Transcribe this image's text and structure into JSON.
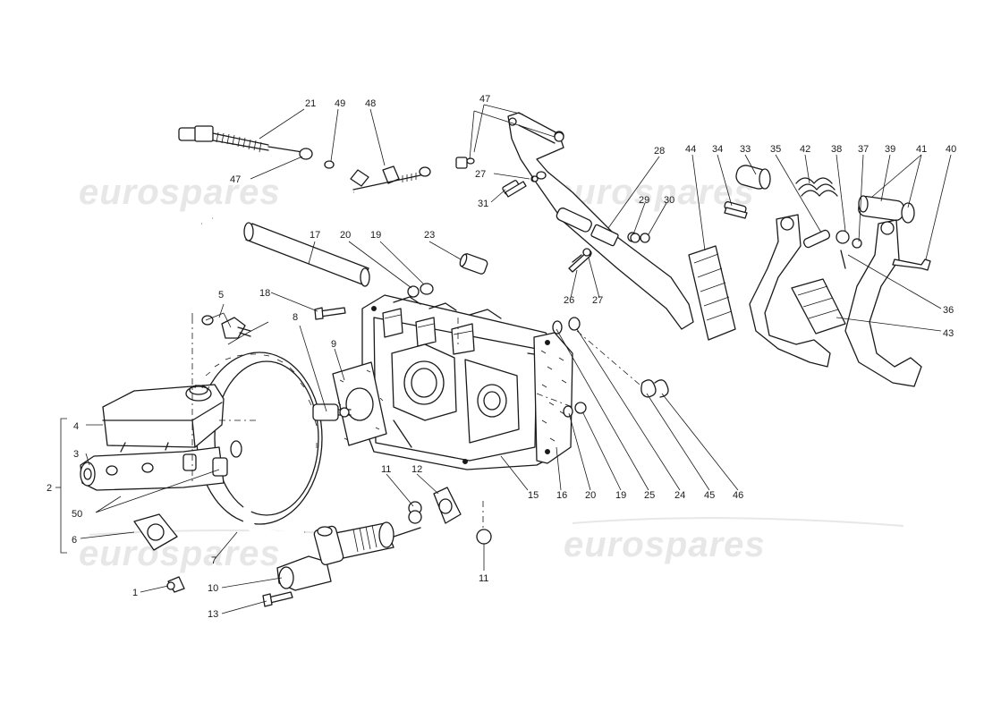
{
  "watermark": {
    "text": "eurospares"
  },
  "callouts": {
    "c1": "1",
    "c2": "2",
    "c3": "3",
    "c4": "4",
    "c5": "5",
    "c6": "6",
    "c7": "7",
    "c8": "8",
    "c9": "9",
    "c10": "10",
    "c11a": "11",
    "c11b": "11",
    "c12": "12",
    "c13": "13",
    "c15": "15",
    "c16": "16",
    "c17": "17",
    "c18": "18",
    "c19a": "19",
    "c19b": "19",
    "c20a": "20",
    "c20b": "20",
    "c21": "21",
    "c23": "23",
    "c24": "24",
    "c25": "25",
    "c26": "26",
    "c27a": "27",
    "c27b": "27",
    "c28": "28",
    "c29": "29",
    "c30": "30",
    "c31": "31",
    "c33": "33",
    "c34": "34",
    "c35": "35",
    "c36": "36",
    "c37": "37",
    "c38": "38",
    "c39": "39",
    "c40": "40",
    "c41": "41",
    "c42": "42",
    "c43": "43",
    "c44": "44",
    "c45": "45",
    "c46": "46",
    "c47a": "47",
    "c47b": "47",
    "c48": "48",
    "c49": "49",
    "c50": "50"
  }
}
